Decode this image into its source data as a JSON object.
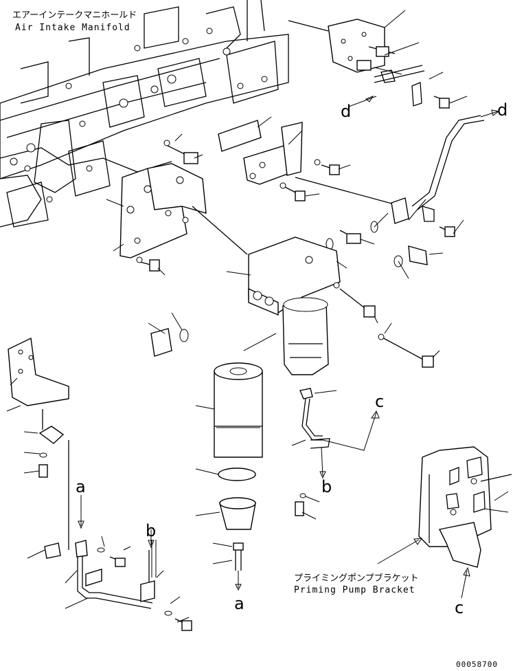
{
  "labels": {
    "air_intake_jp": "エアーインテークマニホールド",
    "air_intake_en": "Air Intake Manifold",
    "priming_jp": "プライミングポンプブラケット",
    "priming_en": "Priming Pump Bracket",
    "drawing_number": "00058700"
  },
  "refs": {
    "a": "a",
    "b": "b",
    "c": "c",
    "d": "d"
  }
}
